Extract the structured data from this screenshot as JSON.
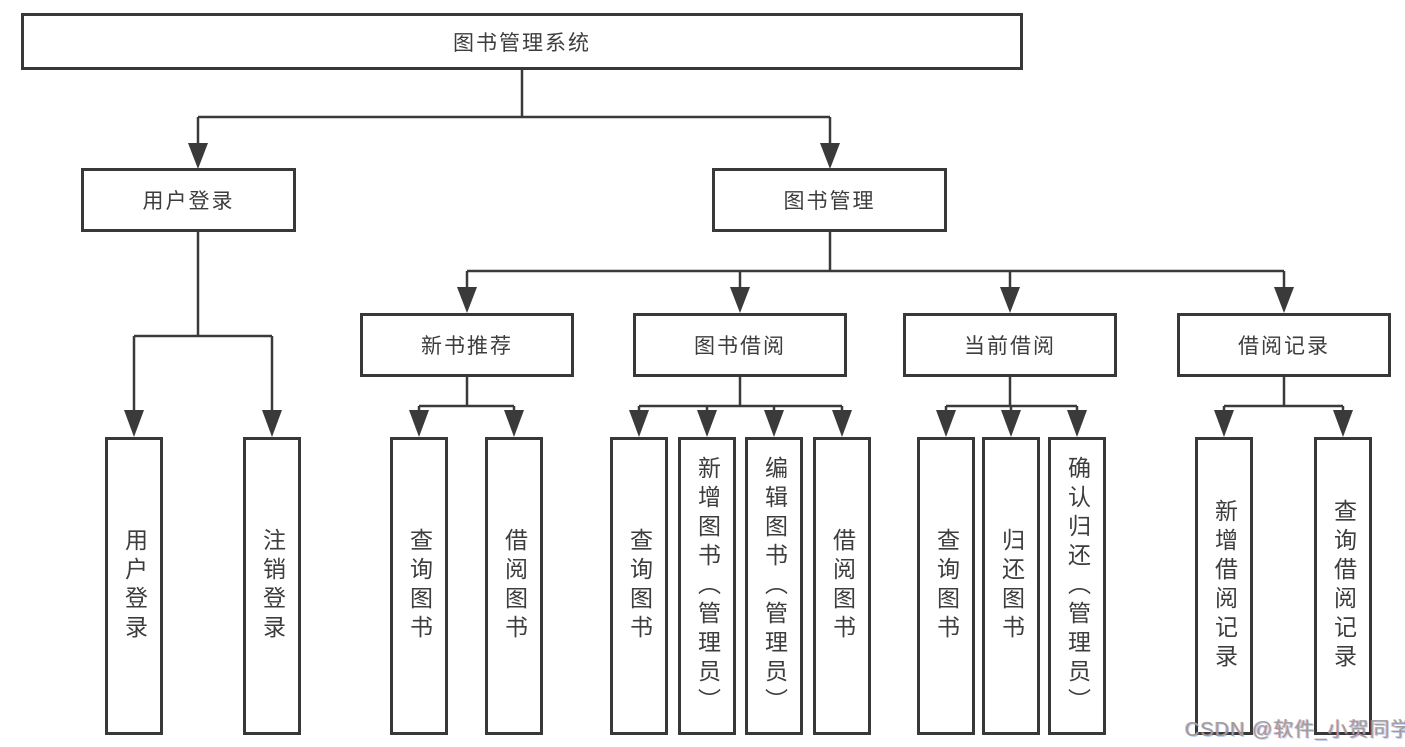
{
  "tree": {
    "root": {
      "label": "图书管理系统",
      "children": [
        {
          "label": "用户登录",
          "children": [
            {
              "label": "用户登录"
            },
            {
              "label": "注销登录"
            }
          ]
        },
        {
          "label": "图书管理",
          "children": [
            {
              "label": "新书推荐",
              "children": [
                {
                  "label": "查询图书"
                },
                {
                  "label": "借阅图书"
                }
              ]
            },
            {
              "label": "图书借阅",
              "children": [
                {
                  "label": "查询图书"
                },
                {
                  "label": "新增图书（管理员）"
                },
                {
                  "label": "编辑图书（管理员）"
                },
                {
                  "label": "借阅图书"
                }
              ]
            },
            {
              "label": "当前借阅",
              "children": [
                {
                  "label": "查询图书"
                },
                {
                  "label": "归还图书"
                },
                {
                  "label": "确认归还（管理员）"
                }
              ]
            },
            {
              "label": "借阅记录",
              "children": [
                {
                  "label": "新增借阅记录"
                },
                {
                  "label": "查询借阅记录"
                }
              ]
            }
          ]
        }
      ]
    }
  },
  "watermark": {
    "text": "CSDN @软件_小贺同学"
  },
  "colors": {
    "line": "#3a3a3a",
    "box_border": "#383838",
    "text": "#3d3d3d",
    "watermark": "#9e9e9e",
    "background": "#ffffff"
  }
}
